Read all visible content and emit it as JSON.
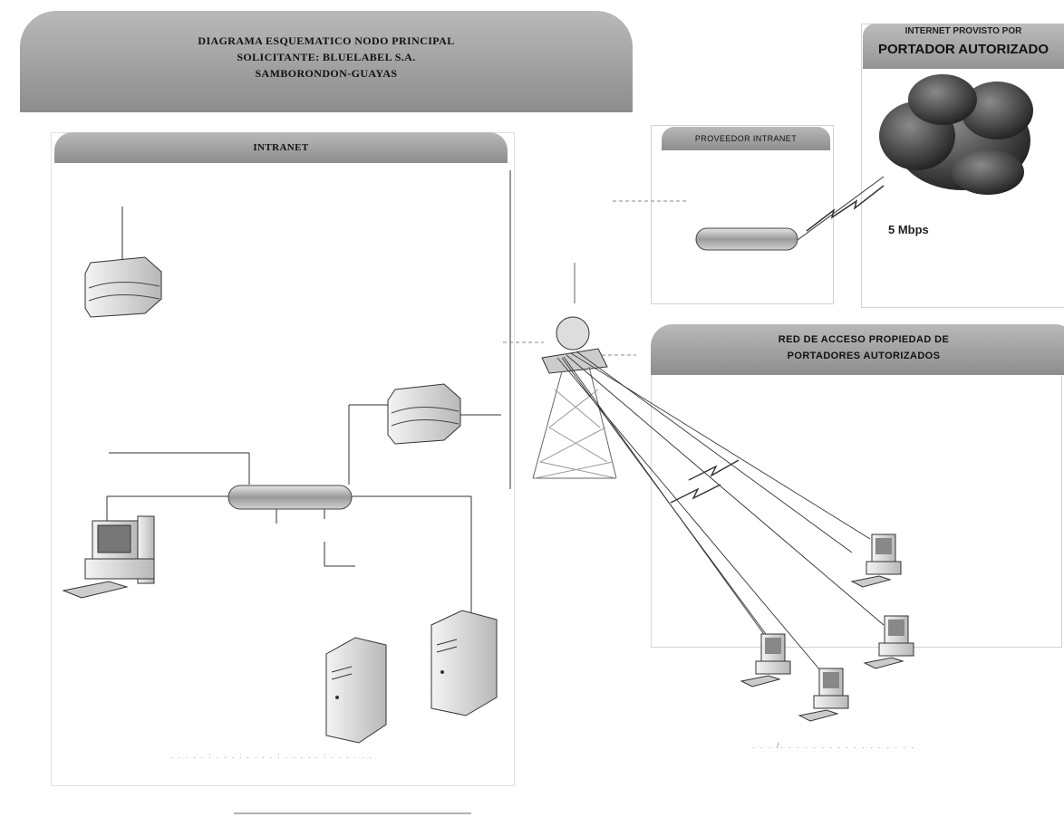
{
  "header": {
    "line1": "DIAGRAMA ESQUEMATICO NODO PRINCIPAL",
    "line2": "SOLICITANTE: BLUELABEL S.A.",
    "line3": "SAMBORONDON-GUAYAS"
  },
  "intranet_label": "INTRANET",
  "provider_label": "PROVEEDOR INTRANET",
  "internet": {
    "label_top": "INTERNET PROVISTO POR",
    "label_main": "PORTADOR AUTORIZADO"
  },
  "bandwidth": "5 Mbps",
  "access_network": {
    "line1": "RED DE ACCESO PROPIEDAD DE",
    "line2": "PORTADORES AUTORIZADOS"
  },
  "faint": {
    "left_caption": ". . .  . .  : .   .  .  :  .  .  .  .  :  .  .  .  .  .  :  .  .  .  .  .  .",
    "bottom_caption": ". .  .  /. .  .   . .  . .   .   . .  .  .  . . .  .  ."
  },
  "colors": {
    "tab_gray": "#9b9b9b",
    "line": "#333333",
    "cloud": "#3a3a3a"
  }
}
